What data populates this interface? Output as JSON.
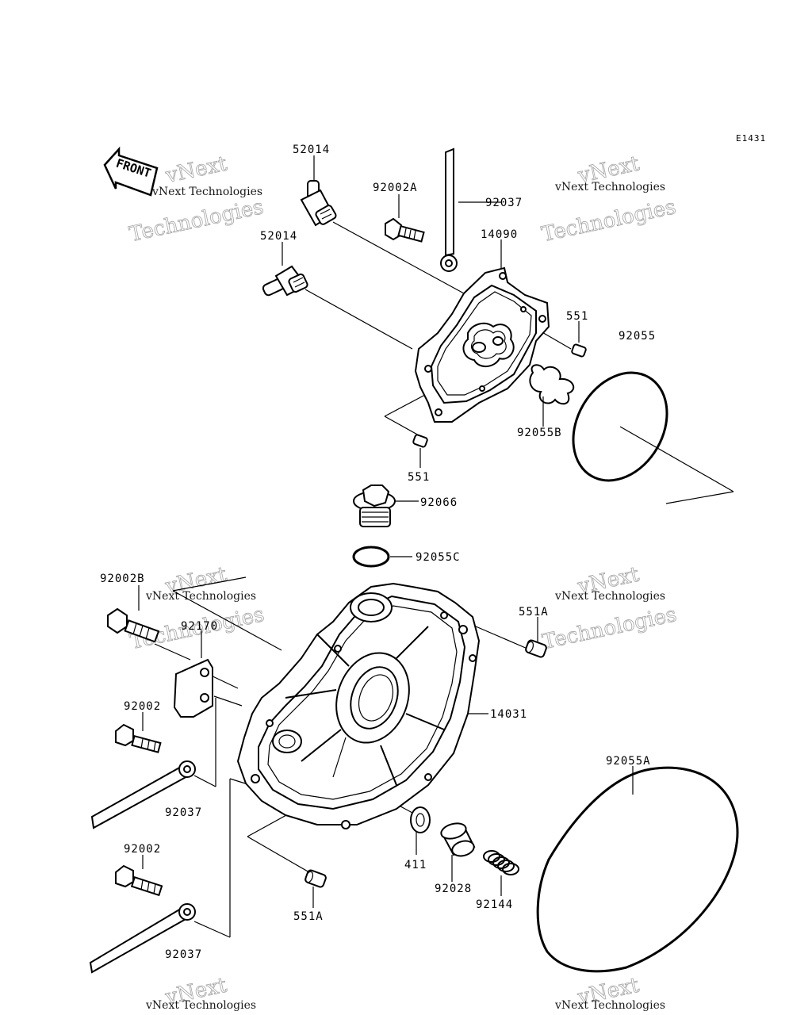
{
  "diagram_code": "E1431",
  "front_label": "FRONT",
  "watermark": {
    "line1": "vNext Technologies",
    "line2": "vNext",
    "line3": "Technologies"
  },
  "parts": {
    "p52014_top": "52014",
    "p52014_mid": "52014",
    "p92002A": "92002A",
    "p92037_top": "92037",
    "p14090": "14090",
    "p551_right": "551",
    "p92055": "92055",
    "p92055B": "92055B",
    "p551_bottom": "551",
    "p92066": "92066",
    "p92055C": "92055C",
    "p92002B": "92002B",
    "p92170": "92170",
    "p551A_right": "551A",
    "p14031": "14031",
    "p92002_a": "92002",
    "p92037_mid": "92037",
    "p92055A": "92055A",
    "p92002_b": "92002",
    "p411": "411",
    "p92028": "92028",
    "p92144": "92144",
    "p551A_bottom": "551A",
    "p92037_bottom": "92037"
  }
}
